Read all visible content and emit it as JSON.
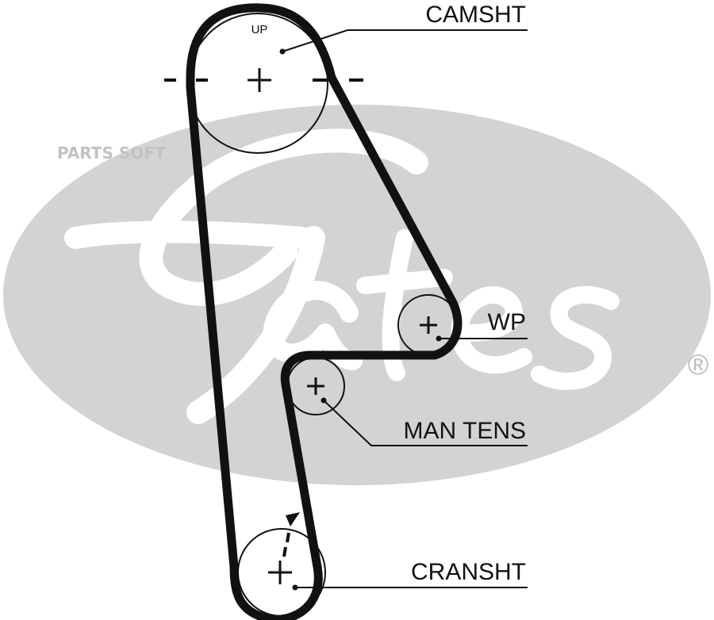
{
  "watermark": {
    "text": "PARTS SOFT",
    "color": "#c2c2c2"
  },
  "logo": {
    "text": "Gates",
    "registered_mark": "®",
    "color": "#d3d3d3"
  },
  "labels": {
    "camshaft": "CAMSHT",
    "water_pump": "WP",
    "manual_tensioner": "MAN TENS",
    "crankshaft": "CRANSHT",
    "up": "UP"
  },
  "colors": {
    "belt": "#111111",
    "pulley_stroke": "#111111",
    "background": "#ffffff"
  }
}
